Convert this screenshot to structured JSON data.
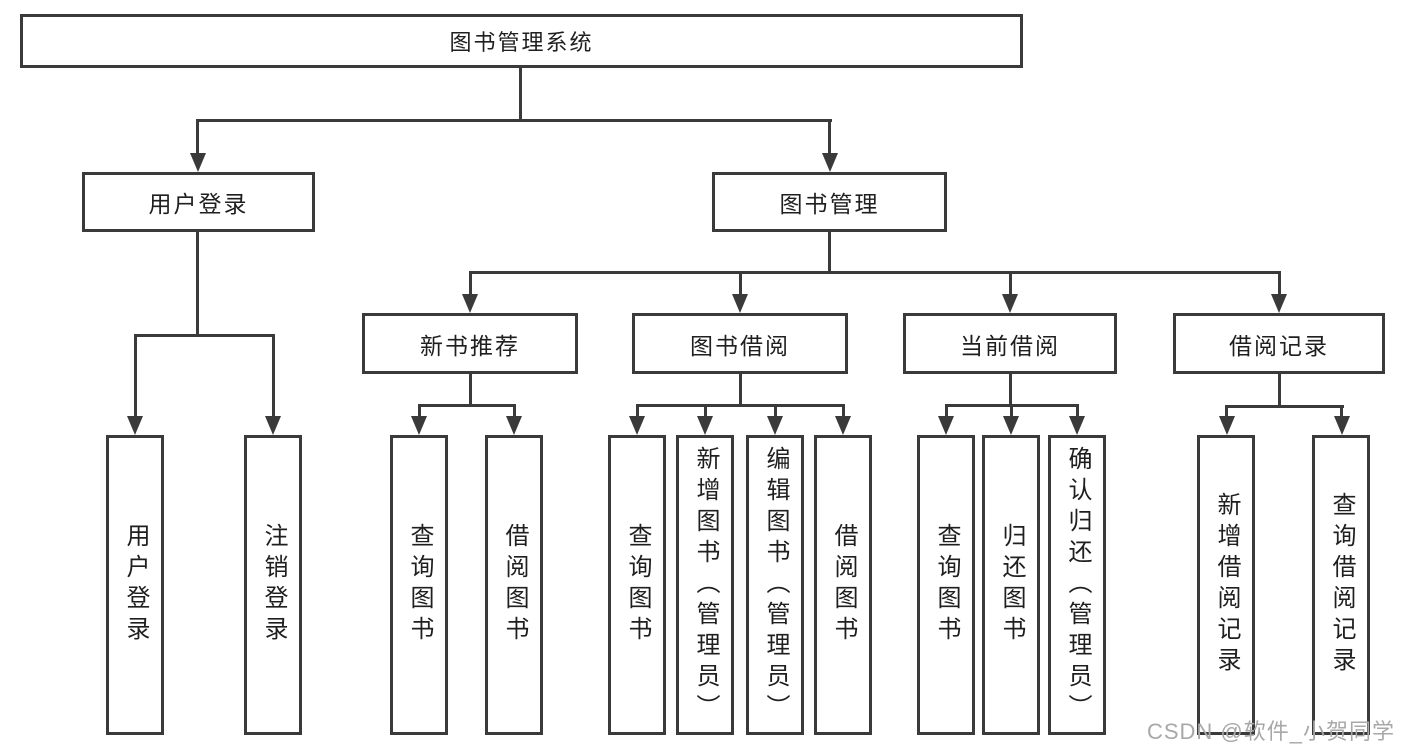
{
  "diagram": {
    "root": {
      "label": "图书管理系统",
      "children": [
        {
          "label": "用户登录",
          "children": [
            {
              "label": "用户登录"
            },
            {
              "label": "注销登录"
            }
          ]
        },
        {
          "label": "图书管理",
          "children": [
            {
              "label": "新书推荐",
              "children": [
                {
                  "label": "查询图书"
                },
                {
                  "label": "借阅图书"
                }
              ]
            },
            {
              "label": "图书借阅",
              "children": [
                {
                  "label": "查询图书"
                },
                {
                  "label": "新增图书（管理员）"
                },
                {
                  "label": "编辑图书（管理员）"
                },
                {
                  "label": "借阅图书"
                }
              ]
            },
            {
              "label": "当前借阅",
              "children": [
                {
                  "label": "查询图书"
                },
                {
                  "label": "归还图书"
                },
                {
                  "label": "确认归还（管理员）"
                }
              ]
            },
            {
              "label": "借阅记录",
              "children": [
                {
                  "label": "新增借阅记录"
                },
                {
                  "label": "查询借阅记录"
                }
              ]
            }
          ]
        }
      ]
    }
  },
  "watermark": {
    "text": "CSDN @软件_小贺同学"
  },
  "colors": {
    "line": "#3a3a3a",
    "text": "#1f1f1f",
    "background": "#ffffff",
    "watermark_text": "#a8a8a8"
  }
}
